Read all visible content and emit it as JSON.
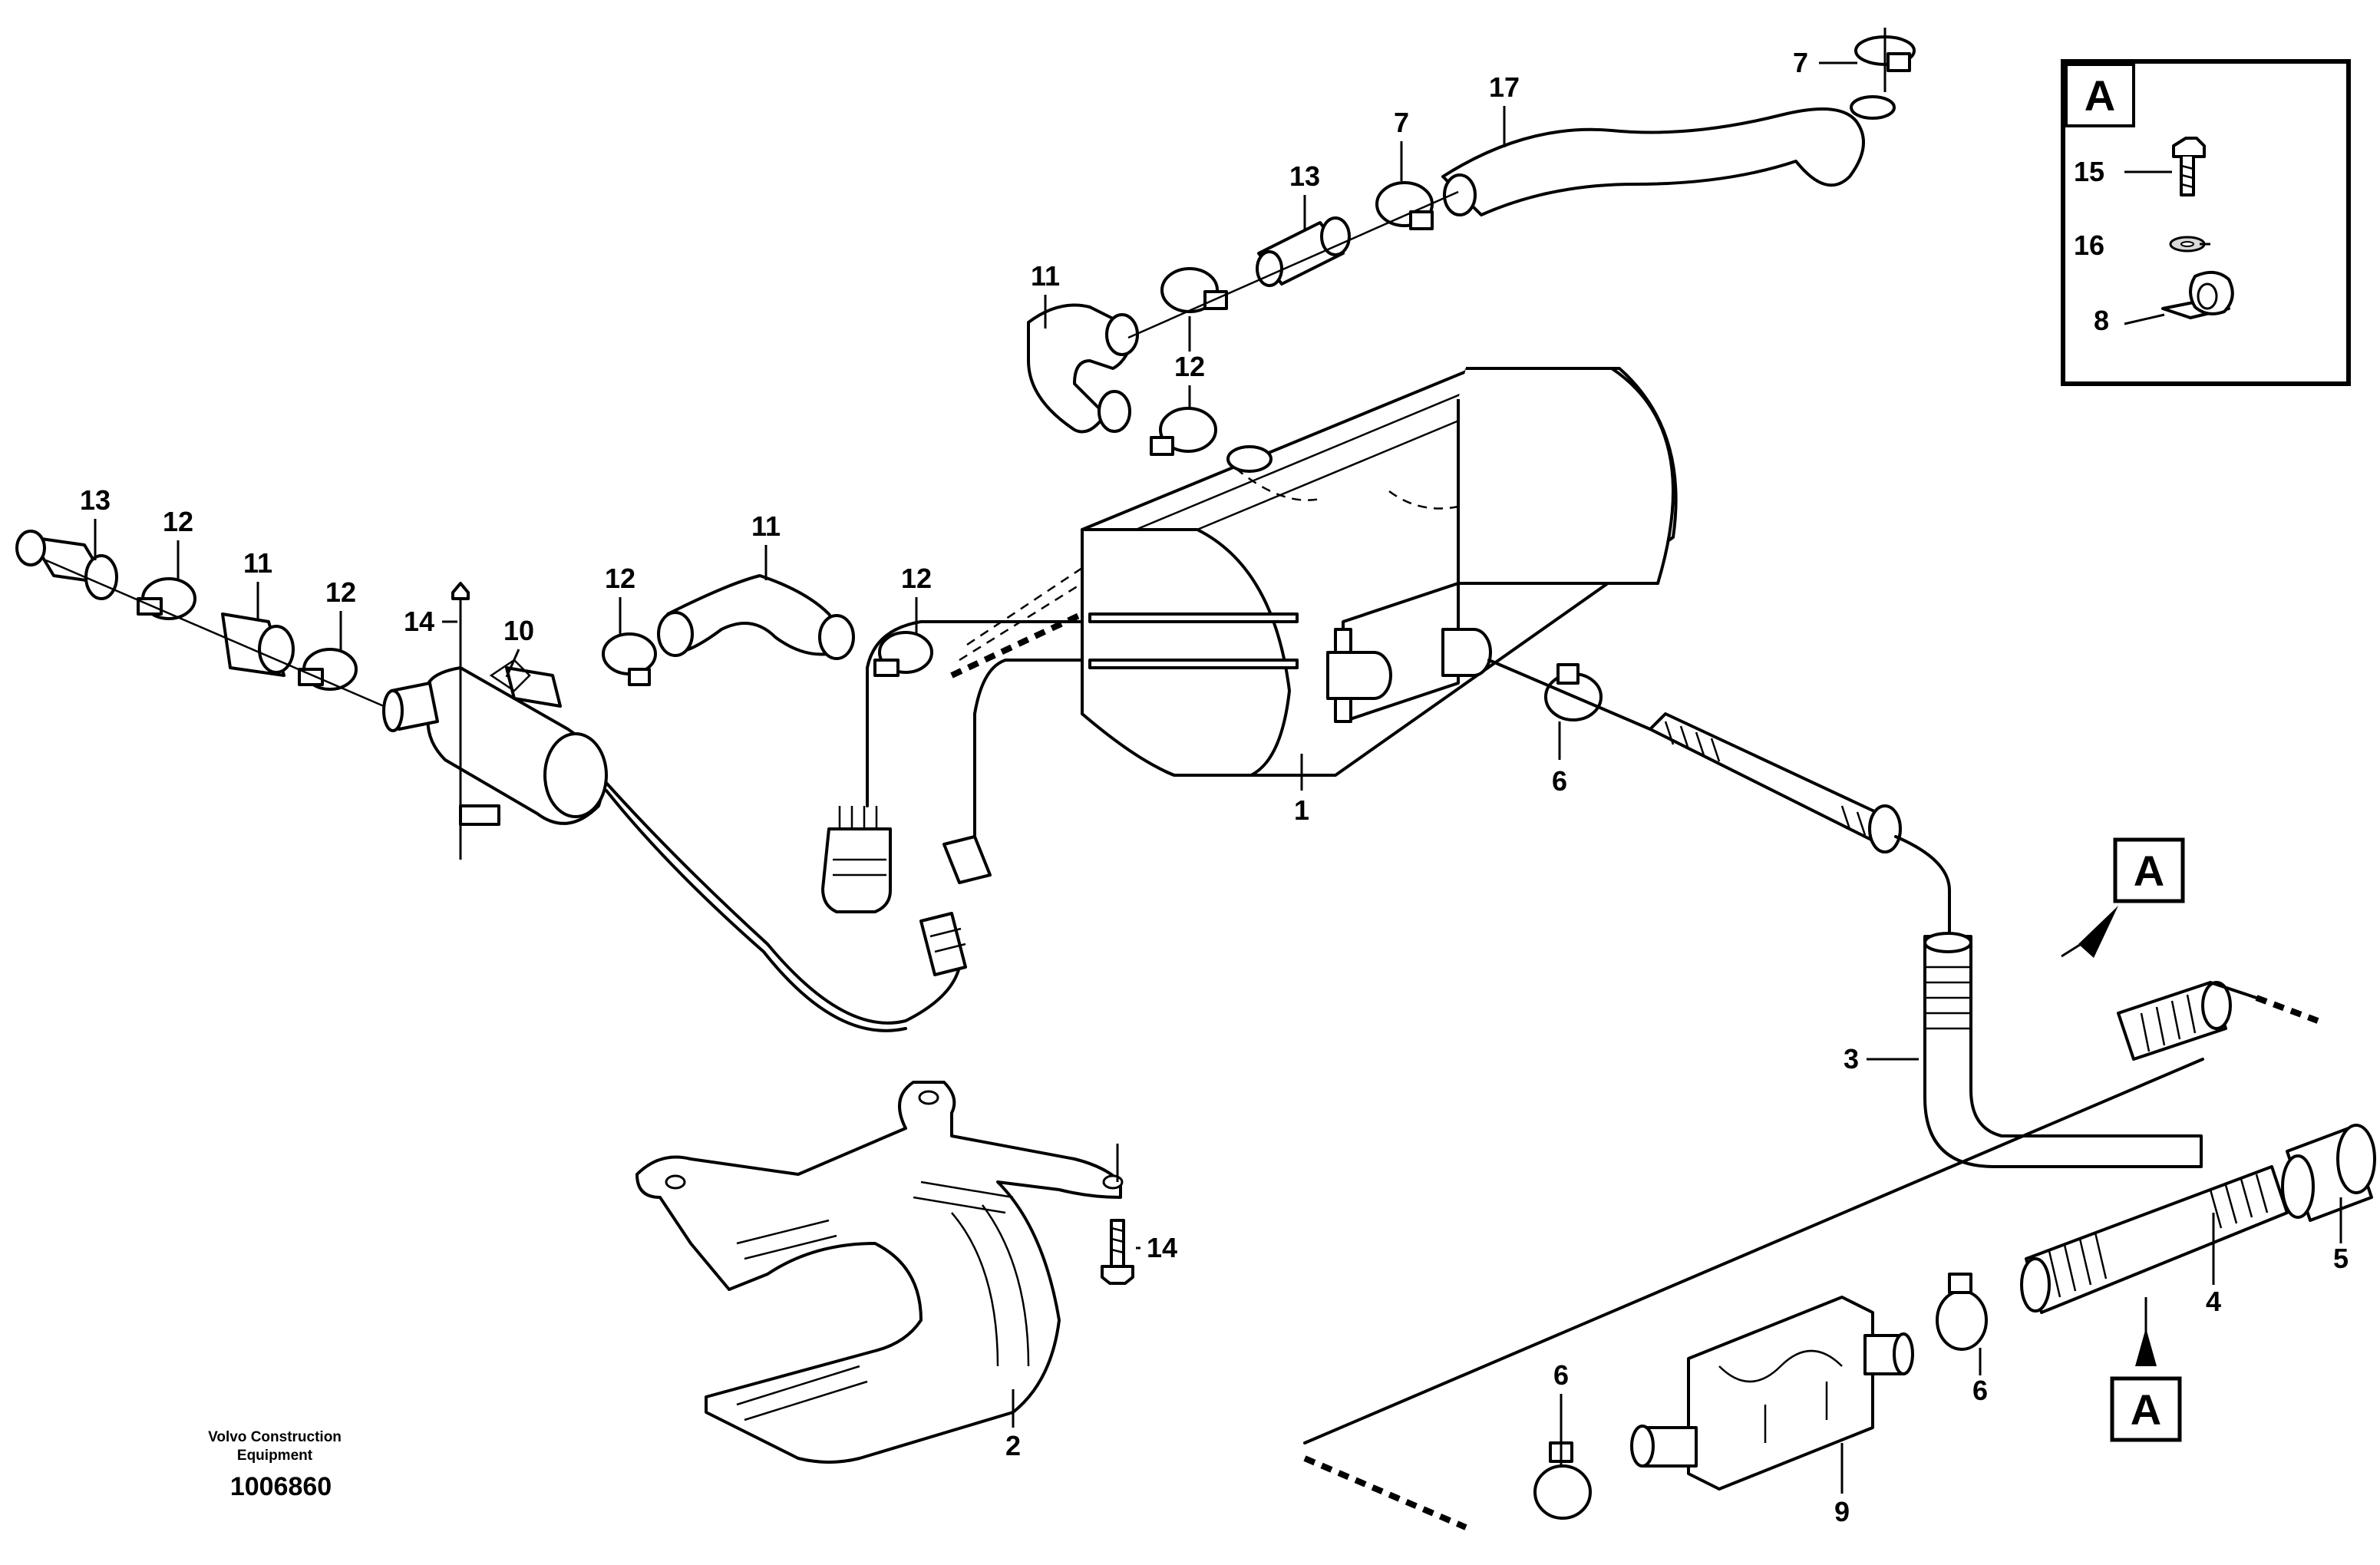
{
  "callouts": {
    "c1": "1",
    "c2": "2",
    "c3": "3",
    "c4": "4",
    "c5": "5",
    "c6a": "6",
    "c6b": "6",
    "c6c": "6",
    "c7a": "7",
    "c7b": "7",
    "c8": "8",
    "c9": "9",
    "c10": "10",
    "c11a": "11",
    "c11b": "11",
    "c11c": "11",
    "c12a": "12",
    "c12b": "12",
    "c12c": "12",
    "c12d": "12",
    "c12e": "12",
    "c13a": "13",
    "c13b": "13",
    "c14a": "14",
    "c14b": "14",
    "c15": "15",
    "c16": "16",
    "c17": "17"
  },
  "view_markers": {
    "detail_box": "A",
    "upper_arrow": "A",
    "lower_arrow": "A"
  },
  "credit": {
    "line1": "Volvo Construction",
    "line2": "Equipment",
    "drawing_number": "1006860"
  }
}
